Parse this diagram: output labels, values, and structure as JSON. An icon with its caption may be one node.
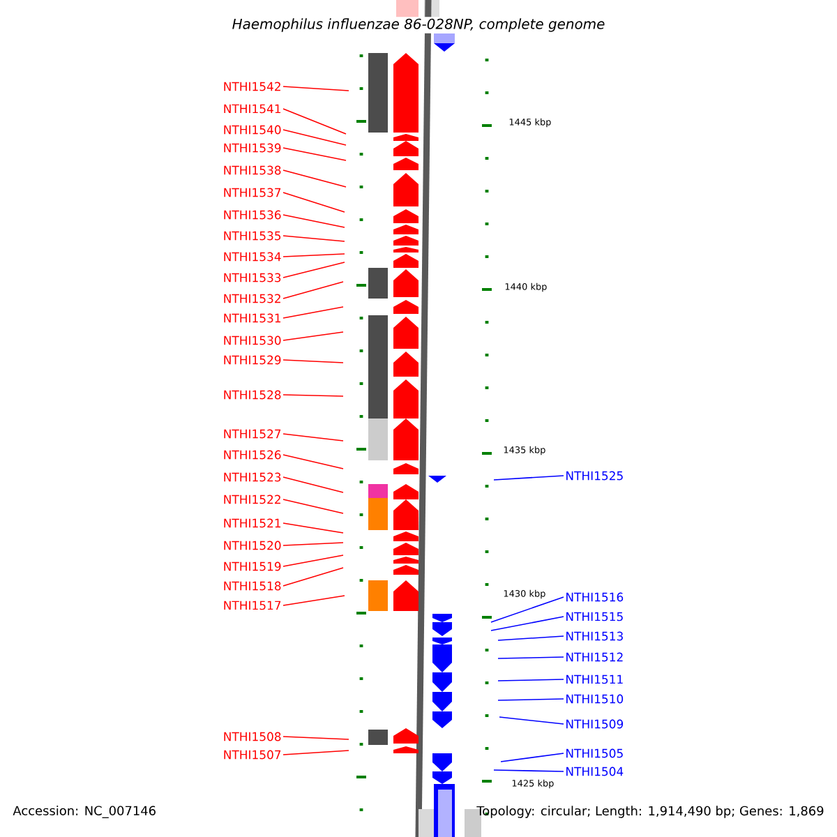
{
  "diagram": {
    "title": "Haemophilus influenzae 86-028NP, complete genome",
    "nodes": [
      {
        "text": [
          "NTHI1542"
        ]
      },
      {
        "text": [
          "NTHI1541"
        ]
      },
      {
        "text": [
          "NTHI1540"
        ]
      },
      {
        "text": [
          "NTHI1539"
        ]
      },
      {
        "text": [
          "NTHI1538"
        ]
      },
      {
        "text": [
          "NTHI1537"
        ]
      },
      {
        "text": [
          "NTHI1536"
        ]
      },
      {
        "text": [
          "NTHI1535"
        ]
      },
      {
        "text": [
          "NTHI1534"
        ]
      },
      {
        "text": [
          "NTHI1533"
        ]
      },
      {
        "text": [
          "NTHI1532"
        ]
      },
      {
        "text": [
          "NTHI1531"
        ]
      },
      {
        "text": [
          "NTHI1530"
        ]
      },
      {
        "text": [
          "NTHI1529"
        ]
      },
      {
        "text": [
          "NTHI1528"
        ]
      },
      {
        "text": [
          "NTHI1527"
        ]
      },
      {
        "text": [
          "NTHI1526"
        ]
      },
      {
        "text": [
          "NTHI1523"
        ]
      },
      {
        "text": [
          "NTHI1522"
        ]
      },
      {
        "text": [
          "NTHI1521"
        ]
      },
      {
        "text": [
          "NTHI1520"
        ]
      },
      {
        "text": [
          "NTHI1519"
        ]
      },
      {
        "text": [
          "NTHI1518"
        ]
      },
      {
        "text": [
          "NTHI1517"
        ]
      },
      {
        "text": [
          "NTHI1508"
        ]
      },
      {
        "text": [
          "NTHI1507"
        ]
      },
      {
        "text": [
          "NTHI1525"
        ]
      },
      {
        "text": [
          "NTHI1516"
        ]
      },
      {
        "text": [
          "NTHI1515"
        ]
      },
      {
        "text": [
          "NTHI1513"
        ]
      },
      {
        "text": [
          "NTHI1512"
        ]
      },
      {
        "text": [
          "NTHI1511"
        ]
      },
      {
        "text": [
          "NTHI1510"
        ]
      },
      {
        "text": [
          "NTHI1509"
        ]
      },
      {
        "text": [
          "NTHI1505"
        ]
      },
      {
        "text": [
          "NTHI1504"
        ]
      }
    ],
    "edges": [
      {
        "from": 0,
        "to": null,
        "arrow": "none"
      },
      {
        "from": 1,
        "to": null,
        "arrow": "none"
      },
      {
        "from": 2,
        "to": null,
        "arrow": "none"
      },
      {
        "from": 3,
        "to": null,
        "arrow": "none"
      },
      {
        "from": 4,
        "to": null,
        "arrow": "none"
      },
      {
        "from": 5,
        "to": null,
        "arrow": "none"
      },
      {
        "from": 6,
        "to": null,
        "arrow": "none"
      },
      {
        "from": 7,
        "to": null,
        "arrow": "none"
      },
      {
        "from": 8,
        "to": null,
        "arrow": "none"
      },
      {
        "from": 9,
        "to": null,
        "arrow": "none"
      },
      {
        "from": 10,
        "to": null,
        "arrow": "none"
      },
      {
        "from": 11,
        "to": null,
        "arrow": "none"
      },
      {
        "from": 12,
        "to": null,
        "arrow": "none"
      },
      {
        "from": 13,
        "to": null,
        "arrow": "none"
      },
      {
        "from": 14,
        "to": null,
        "arrow": "none"
      },
      {
        "from": 15,
        "to": null,
        "arrow": "none"
      },
      {
        "from": 16,
        "to": null,
        "arrow": "none"
      },
      {
        "from": 17,
        "to": null,
        "arrow": "none"
      },
      {
        "from": 18,
        "to": null,
        "arrow": "none"
      },
      {
        "from": 19,
        "to": null,
        "arrow": "none"
      },
      {
        "from": 20,
        "to": null,
        "arrow": "none"
      },
      {
        "from": 21,
        "to": null,
        "arrow": "none"
      },
      {
        "from": 22,
        "to": null,
        "arrow": "none"
      },
      {
        "from": 23,
        "to": null,
        "arrow": "none"
      },
      {
        "from": 24,
        "to": null,
        "arrow": "none"
      },
      {
        "from": 25,
        "to": null,
        "arrow": "none"
      },
      {
        "from": 26,
        "to": null,
        "arrow": "none",
        "color": "#0000ff"
      },
      {
        "from": 27,
        "to": null,
        "arrow": "none",
        "color": "#0000ff"
      },
      {
        "from": 28,
        "to": null,
        "arrow": "none",
        "color": "#0000ff"
      },
      {
        "from": 29,
        "to": null,
        "arrow": "none",
        "color": "#0000ff"
      },
      {
        "from": 30,
        "to": null,
        "arrow": "none",
        "color": "#0000ff"
      },
      {
        "from": 31,
        "to": null,
        "arrow": "none",
        "color": "#0000ff"
      },
      {
        "from": 32,
        "to": null,
        "arrow": "none",
        "color": "#0000ff"
      },
      {
        "from": 33,
        "to": null,
        "arrow": "none",
        "color": "#0000ff"
      },
      {
        "from": 34,
        "to": null,
        "arrow": "none",
        "color": "#0000ff"
      },
      {
        "from": 35,
        "to": null,
        "arrow": "none",
        "color": "#0000ff"
      }
    ],
    "labels": [
      "1445 kbp",
      "1440 kbp",
      "1435 kbp",
      "1430 kbp",
      "1425 kbp",
      "Accession: NC_007146",
      "Topology: circular; Length: 1,914,490 bp; Genes: 1,869"
    ]
  }
}
